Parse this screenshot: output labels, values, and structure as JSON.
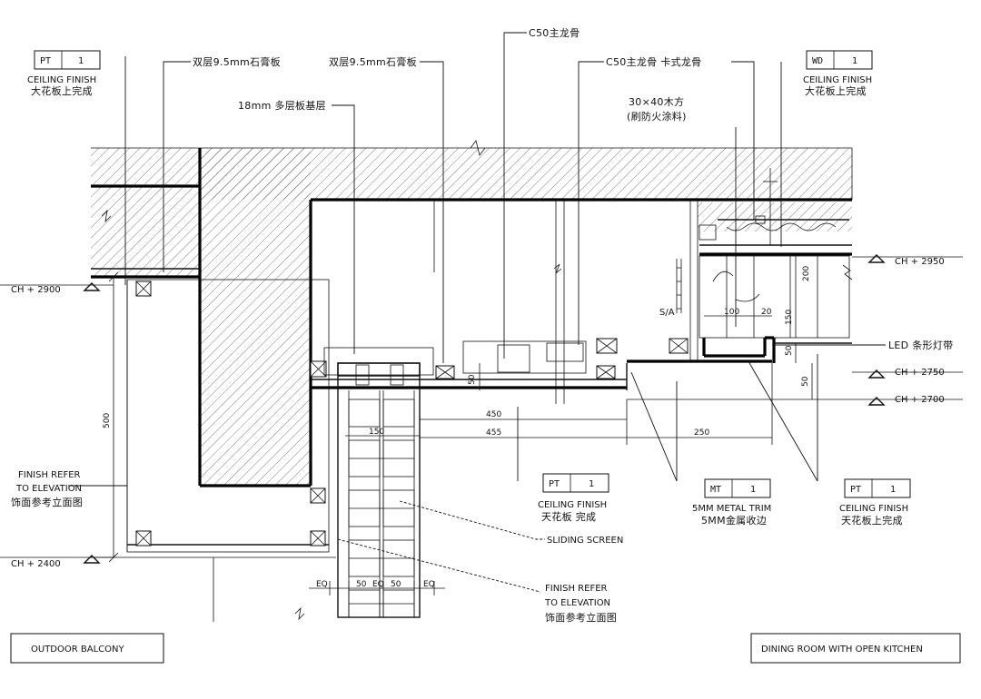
{
  "tags": [
    {
      "code": "PT",
      "num": "1",
      "line1": "CEILING FINISH",
      "line2": "大花板上完成"
    },
    {
      "code": "WD",
      "num": "1",
      "line1": "CEILING FINISH",
      "line2": "大花板上完成"
    },
    {
      "code": "PT",
      "num": "1",
      "line1": "CEILING FINISH",
      "line2": "天花板  完成"
    },
    {
      "code": "MT",
      "num": "1",
      "line1": "5MM METAL TRIM",
      "line2": "5MM金属收边"
    },
    {
      "code": "PT",
      "num": "1",
      "line1": "CEILING FINISH",
      "line2": "天花板上完成"
    }
  ],
  "callouts": {
    "double_gypsum_1": "双层9.5mm石膏板",
    "double_gypsum_2": "双层9.5mm石膏板",
    "plywood_base": "18mm 多层板基层",
    "c50_main": "C50主龙骨",
    "c50_clip": "C50主龙骨   卡式龙骨",
    "timber_1": "30×40木方",
    "timber_2": "(刷防火涂料)",
    "led_strip": "LED 条形灯带",
    "sliding_screen": "SLIDING SCREEN",
    "finish_left_1": "FINISH REFER",
    "finish_left_2": "TO ELEVATION",
    "finish_left_3": "饰面参考立面图",
    "finish_bottom_1": "FINISH REFER",
    "finish_bottom_2": "TO ELEVATION",
    "finish_bottom_3": "饰面参考立面图",
    "sa": "S/A"
  },
  "levels": {
    "ch2900": "CH + 2900",
    "ch2400": "CH + 2400",
    "ch2950": "CH + 2950",
    "ch2750": "CH + 2750",
    "ch2700": "CH + 2700"
  },
  "dims": {
    "d500": "500",
    "d50a": "50",
    "d450": "450",
    "d455": "455",
    "d150": "150",
    "d250": "250",
    "d100": "100",
    "d20": "20",
    "d150b": "150",
    "d200": "200",
    "d50b": "50",
    "d50c": "50",
    "eq1": "EQ",
    "d50d": "50",
    "eq2": "EQ",
    "d50e": "50",
    "eq3": "EQ"
  },
  "rooms": {
    "left": "OUTDOOR BALCONY",
    "right": "DINING ROOM WITH OPEN KITCHEN"
  }
}
